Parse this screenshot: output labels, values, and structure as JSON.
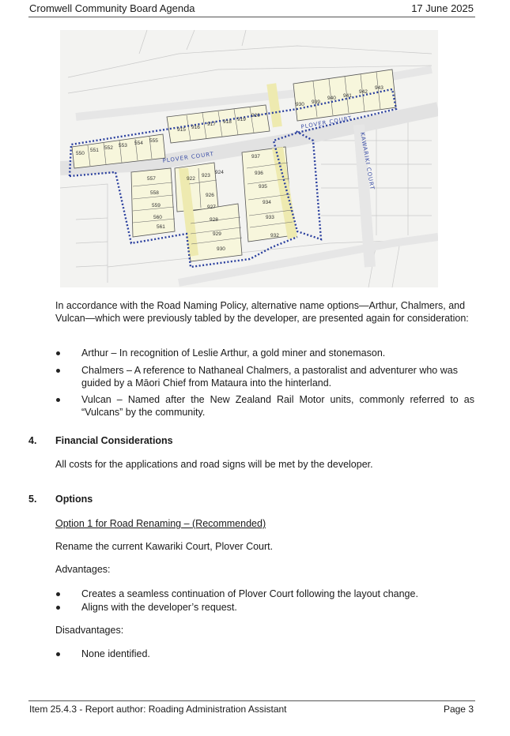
{
  "header": {
    "title": "Cromwell Community Board Agenda",
    "date": "17 June 2025"
  },
  "map": {
    "road_label_1": "PLOVER COURT",
    "road_label_2": "PLOVER COURT",
    "road_label_3": "KAWARIKI COURT",
    "lots_top_row": [
      "930",
      "939",
      "940",
      "941",
      "942",
      "943"
    ],
    "lots_mid_row": [
      "915",
      "916",
      "917",
      "918",
      "919",
      "920"
    ],
    "lots_left_row": [
      "550",
      "551",
      "552",
      "553",
      "554",
      "555"
    ],
    "lots_left_col": [
      "557",
      "558",
      "559",
      "560",
      "561"
    ],
    "lots_centre_a": [
      "922",
      "923",
      "924"
    ],
    "lots_centre_b": [
      "926",
      "927",
      "928",
      "929",
      "930"
    ],
    "lots_right_col": [
      "937",
      "936",
      "935",
      "934",
      "933",
      "932"
    ]
  },
  "intro_paragraph": "In accordance with the Road Naming Policy, alternative name options—Arthur, Chalmers, and Vulcan—which were previously tabled by the developer, are presented again for consideration:",
  "name_options": [
    "Arthur – In recognition of Leslie Arthur, a gold miner and stonemason.",
    "Chalmers – A reference to Nathaneal Chalmers, a pastoralist and adventurer who was guided by a Māori Chief from Mataura into the hinterland.",
    "Vulcan – Named after the New Zealand Rail Motor units, commonly referred to as “Vulcans” by the community."
  ],
  "section4": {
    "number": "4.",
    "title": "Financial Considerations",
    "body": "All costs for the applications and road signs will be met by the developer."
  },
  "section5": {
    "number": "5.",
    "title": "Options",
    "option_heading": "Option 1 for Road Renaming – (Recommended)",
    "option_body": "Rename the current Kawariki Court, Plover Court.",
    "advantages_label": "Advantages:",
    "advantages": [
      "Creates a seamless continuation of Plover Court following the layout change.",
      "Aligns with the developer’s request."
    ],
    "disadvantages_label": "Disadvantages:",
    "disadvantages": [
      "None identified."
    ]
  },
  "footer": {
    "left": "Item 25.4.3 - Report author: Roading Administration Assistant",
    "right": "Page 3"
  }
}
